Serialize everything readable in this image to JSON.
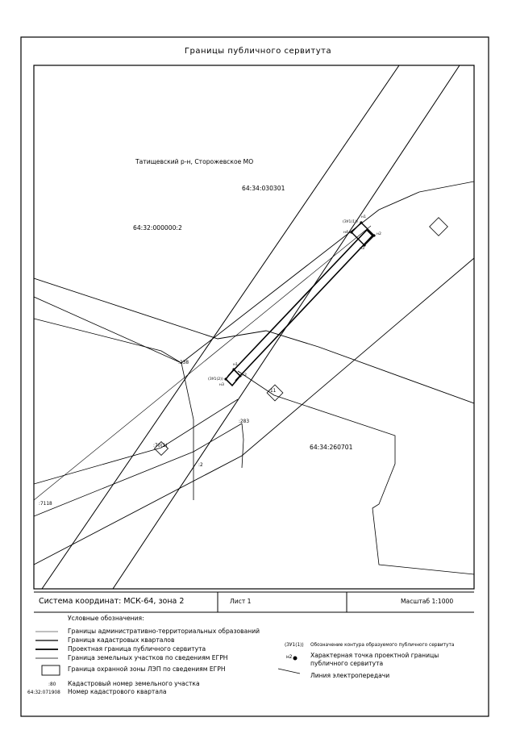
{
  "title": "Границы публичного сервитута",
  "map_labels": {
    "region": "Татищевский р-н, Сторожевское МО",
    "quarter_top": "64:34:030301",
    "parcel_left": "64:32:000000:2",
    "quarter_bottom": "64:34:260701",
    "obj_top": "(ЗУ1(1))",
    "obj_mid": "(ЗУ1(2))",
    "lbl_tower_mid": ":11",
    "lbl_left_upper": ":238",
    "lbl_mid_lower": ":283",
    "lbl_left_lower": ":70(1)",
    "lbl_bottom_small": ":2",
    "lbl_far_left": ":7118",
    "pt_top_n1": "н1",
    "pt_top_n2": "н2",
    "pt_top_n3": "н3",
    "pt_top_n4": "н4",
    "pt_mid_n1": "н1",
    "pt_mid_n2": "н2",
    "pt_mid_n3": "н3"
  },
  "info_bar": {
    "crs": "Система координат: МСК-64, зона 2",
    "sheet": "Лист 1",
    "scale": "Масштаб 1:1000"
  },
  "legend": {
    "title": "Условные обозначения:",
    "items": [
      {
        "label": "Границы административно-территориальных образований"
      },
      {
        "label": "Граница кадастровых кварталов"
      },
      {
        "label": "Проектная граница публичного сервитута"
      },
      {
        "label": "Граница земельных участков по сведениям ЕГРН"
      },
      {
        "label": "Граница охранной зоны ЛЭП по сведениям ЕГРН"
      }
    ],
    "cad_num_symbol": ":80",
    "cad_num_label": "Кадастровый номер земельного участка",
    "quarter_symbol": "64:32:071908",
    "quarter_label": "Номер кадастрового квартала",
    "contour_symbol": "(ЗУ1(1))",
    "contour_label": "Обозначение контура образуемого публичного сервитута",
    "point_symbol": "н2",
    "point_label_1": "Характерная точка проектной границы",
    "point_label_2": "публичного сервитута",
    "powerline_label": "Линия электропередачи"
  }
}
